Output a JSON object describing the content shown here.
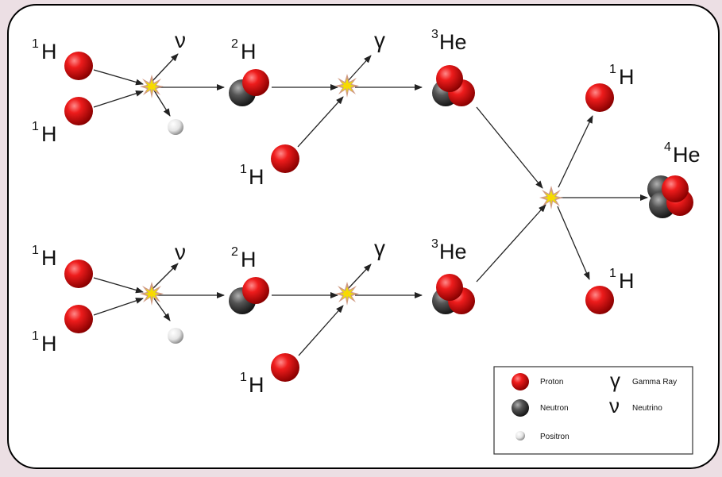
{
  "diagram": {
    "elements": {
      "hydrogen": "H",
      "helium": "He"
    },
    "mass_numbers": {
      "hydrogen_1": "1",
      "hydrogen_2": "2",
      "helium_3": "3",
      "helium_4": "4"
    },
    "symbols": {
      "neutrino": "ν",
      "gamma": "γ"
    }
  },
  "legend": {
    "items": [
      {
        "symbol": "proton",
        "label": "Proton"
      },
      {
        "symbol": "neutron",
        "label": "Neutron"
      },
      {
        "symbol": "positron",
        "label": "Positron"
      },
      {
        "symbol": "γ",
        "label": "Gamma Ray"
      },
      {
        "symbol": "ν",
        "label": "Neutrino"
      }
    ]
  },
  "colors": {
    "background": "#ecdfe4",
    "panel": "#ffffff",
    "proton": "#dd1111",
    "neutron": "#444444",
    "positron": "#f2f2f2",
    "collision": "#e6d800",
    "arrow": "#222222"
  }
}
